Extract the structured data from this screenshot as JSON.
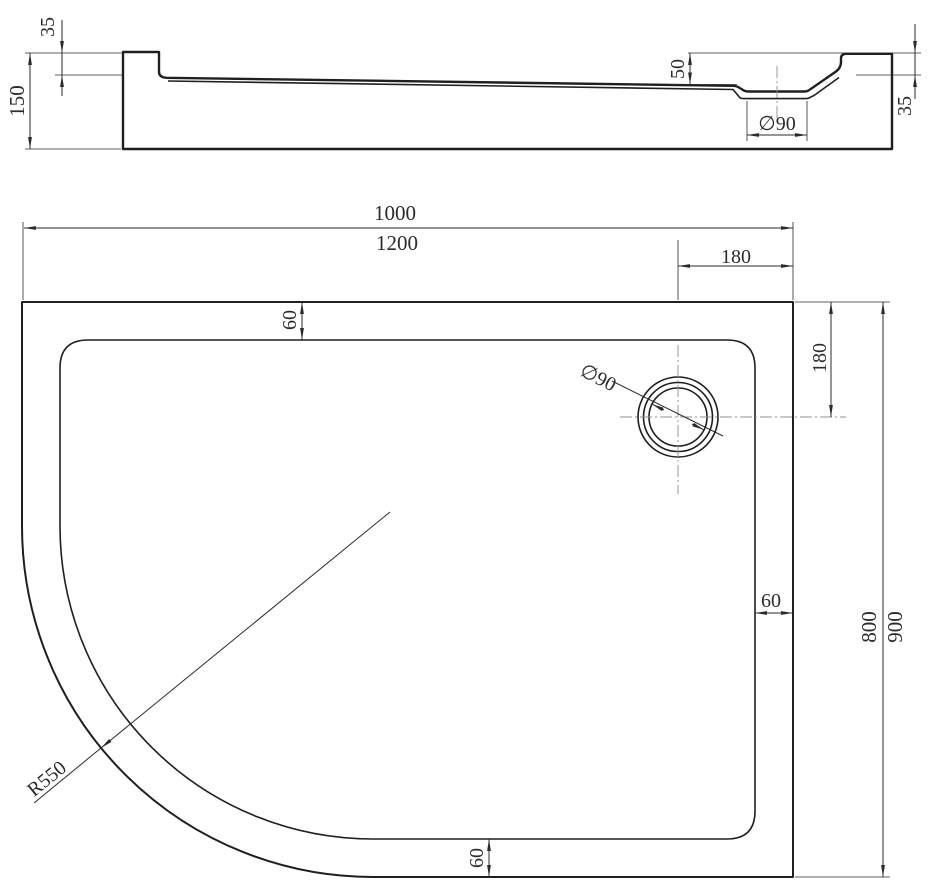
{
  "colors": {
    "line": "#1f1f1f",
    "dim": "#2b2b2b",
    "centerline": "#8f8f8f",
    "bg": "#ffffff"
  },
  "side_view": {
    "dims": {
      "height_total": "150",
      "rim_step_left": "35",
      "drain_depth": "50",
      "drain_diameter": "∅90",
      "rim_step_right": "35"
    }
  },
  "plan_view": {
    "dims": {
      "width_primary": "1000",
      "width_alt": "1200",
      "drain_offset_top": "180",
      "drain_offset_right": "180",
      "rim_width_top": "60",
      "rim_width_right": "60",
      "rim_width_bottom": "60",
      "depth_primary": "800",
      "depth_alt": "900",
      "drain_diameter": "∅90",
      "corner_radius": "R550"
    }
  }
}
